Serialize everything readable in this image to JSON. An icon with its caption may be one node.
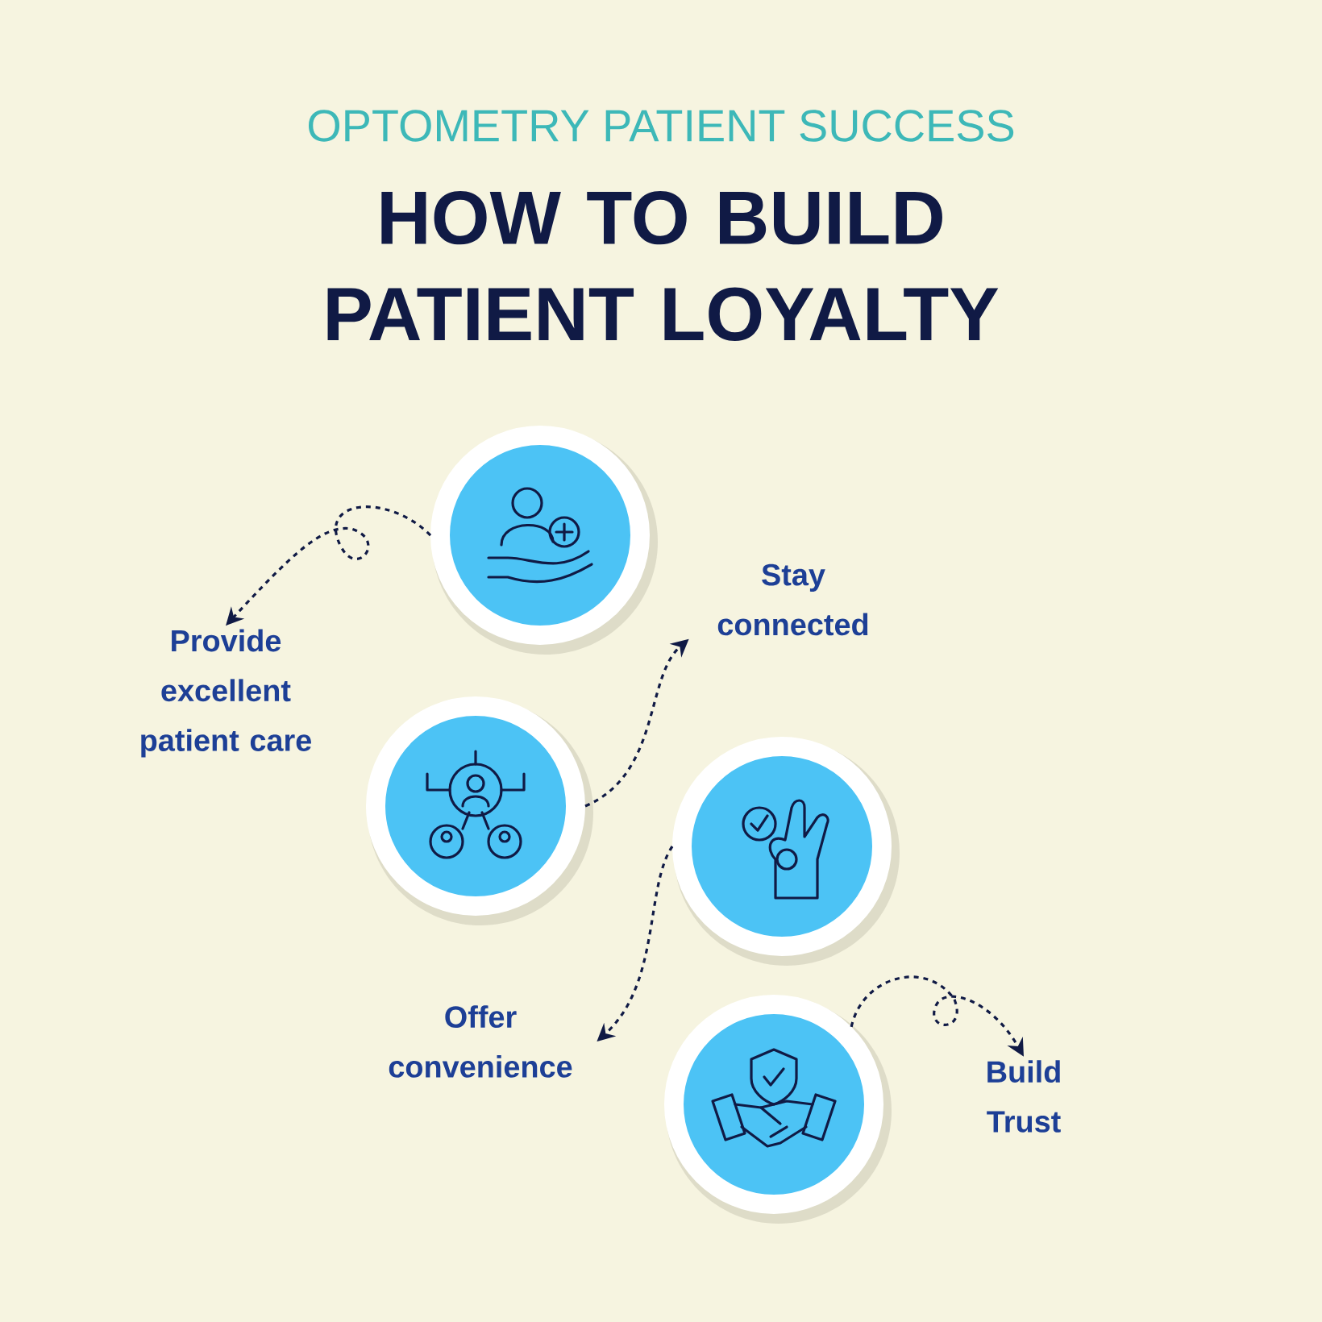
{
  "diagram": {
    "title": "HOW TO BUILD PATIENT LOYALTY",
    "nodes": [
      {
        "text": [],
        "shape": "circle"
      },
      {
        "text": [
          "Stay connected"
        ]
      },
      {
        "text": [
          "Provide excellent patient care"
        ]
      },
      {
        "text": [],
        "shape": "circle"
      },
      {
        "text": [],
        "shape": "circle"
      },
      {
        "text": [
          "Offer convenience"
        ]
      },
      {
        "text": [],
        "shape": "circle"
      },
      {
        "text": [
          "Build Trust"
        ]
      }
    ],
    "edges": [
      {
        "from": 0,
        "to": 2,
        "arrow": "to",
        "style": "dashed"
      },
      {
        "from": 3,
        "to": 1,
        "arrow": "to",
        "style": "dashed"
      },
      {
        "from": 4,
        "to": 5,
        "arrow": "to",
        "style": "dashed"
      },
      {
        "from": 6,
        "to": 7,
        "arrow": "to",
        "style": "dashed"
      }
    ],
    "labels": [
      "OPTOMETRY PATIENT SUCCESS"
    ]
  }
}
